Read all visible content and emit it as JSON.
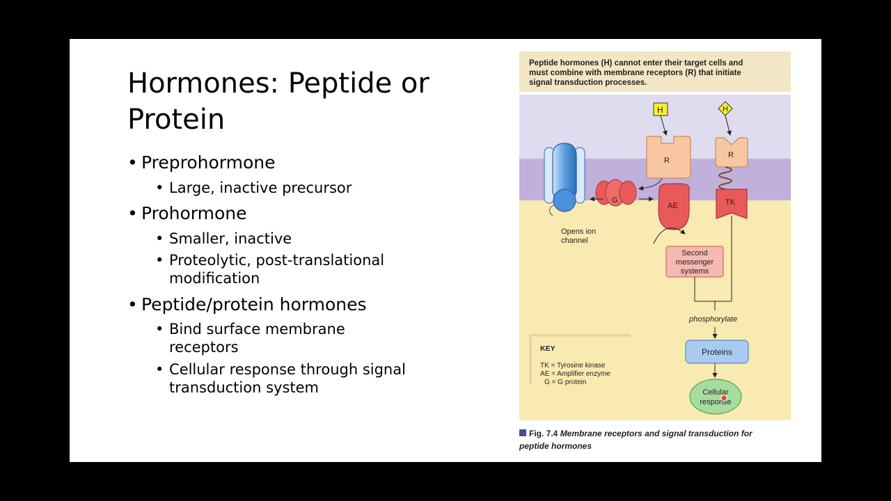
{
  "slide": {
    "title": "Hormones: Peptide or Protein",
    "bullets": [
      {
        "text": "Preprohormone",
        "sub": [
          "Large, inactive precursor"
        ]
      },
      {
        "text": "Prohormone",
        "sub": [
          "Smaller, inactive",
          "Proteolytic, post-translational modification"
        ]
      },
      {
        "text": "Peptide/protein hormones",
        "sub": [
          "Bind surface membrane receptors",
          "Cellular response through signal transduction system"
        ]
      }
    ]
  },
  "figure": {
    "header": [
      "Peptide hormones (H) cannot enter their target cells and",
      "must combine with membrane receptors (R) that initiate",
      "signal transduction processes."
    ],
    "labels": {
      "hormone": "H",
      "receptor": "R",
      "g_protein": "G",
      "amplifier": "AE",
      "tyrosine_kinase": "TK",
      "ion_channel": [
        "Opens ion",
        "channel"
      ],
      "second_messenger": [
        "Second",
        "messenger",
        "systems"
      ],
      "phosphorylate": "phosphorylate",
      "proteins": "Proteins",
      "cellular_response": [
        "Cellular",
        "response"
      ]
    },
    "key": {
      "title": "KEY",
      "items": [
        "TK = Tyrosine kinase",
        "AE = Amplifier enzyme",
        "G = G protein"
      ]
    },
    "caption_label": "Fig. 7.4",
    "caption_text": "Membrane receptors and signal transduction for peptide hormones",
    "colors": {
      "header_bg": "#f2e6c4",
      "extracellular": "#e0dcef",
      "membrane": "#c0b0db",
      "cytoplasm": "#f8eab0",
      "receptor": "#f8c6a0",
      "red_protein": "#e85a5a",
      "channel": "#5d9ee0",
      "proteins_box": "#a8cbef",
      "cell_response": "#a6dca0",
      "hormone_box": "#f8f030"
    }
  }
}
